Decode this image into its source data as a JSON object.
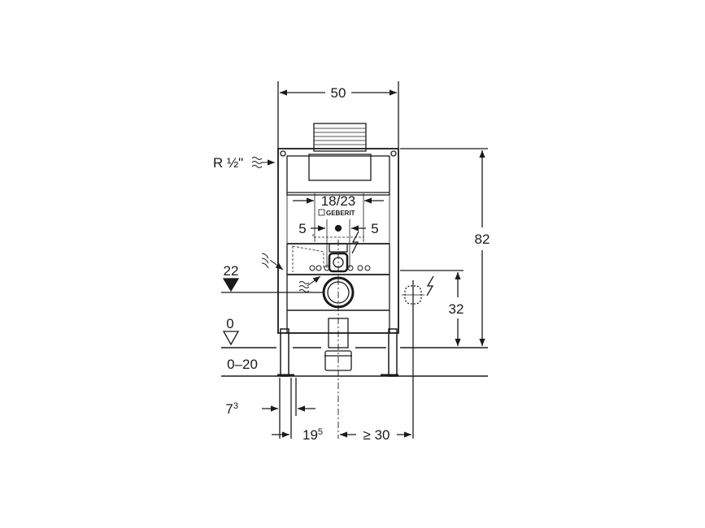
{
  "diagram": {
    "width_label": "50",
    "height_label": "82",
    "flush_plate_label": "18/23",
    "brand_logo": "GEBERIT",
    "offset_left_label": "5",
    "offset_right_label": "5",
    "water_supply_label": "R ½\"",
    "drain_height_label": "22",
    "floor_level_label": "0",
    "floor_adjust_label": "0–20",
    "electrical_height_label": "32",
    "foot_offset_label": "7",
    "foot_offset_sup": "3",
    "axis_offset_label": "19",
    "axis_offset_sup": "5",
    "min_distance_label": "≥ 30"
  },
  "colors": {
    "line": "#1a1a1a",
    "background": "#ffffff"
  }
}
